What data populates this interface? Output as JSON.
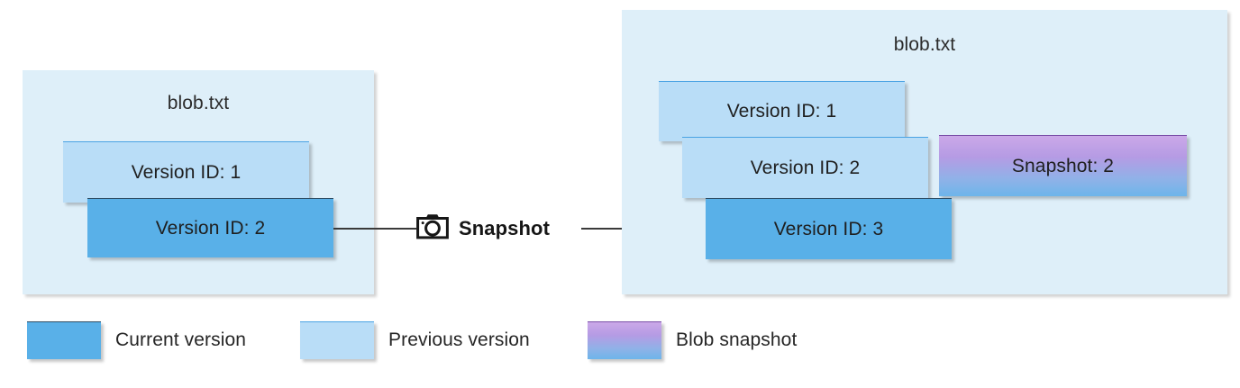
{
  "diagram": {
    "left_panel": {
      "title": "blob.txt",
      "boxes": [
        {
          "label": "Version ID: 1",
          "kind": "previous-version"
        },
        {
          "label": "Version ID: 2",
          "kind": "current-version"
        }
      ]
    },
    "right_panel": {
      "title": "blob.txt",
      "boxes": [
        {
          "label": "Version ID: 1",
          "kind": "previous-version"
        },
        {
          "label": "Version ID: 2",
          "kind": "previous-version"
        },
        {
          "label": "Version ID: 3",
          "kind": "current-version"
        },
        {
          "label": "Snapshot: 2",
          "kind": "blob-snapshot"
        }
      ]
    },
    "transition": {
      "label": "Snapshot",
      "icon": "camera-icon"
    }
  },
  "legend": {
    "items": [
      {
        "label": "Current version",
        "color": "#59B0E8"
      },
      {
        "label": "Previous version",
        "color": "#B9DDF7"
      },
      {
        "label": "Blob snapshot",
        "color": "#CBA8E8"
      }
    ]
  },
  "colors": {
    "panel_background": "#DEEFF9",
    "current_version": "#59B0E8",
    "previous_version": "#B9DDF7",
    "snapshot_top": "#CBA8E8",
    "snapshot_bottom": "#6DB5EA",
    "connector": "#3a3a3a",
    "page_background": "#ffffff"
  }
}
